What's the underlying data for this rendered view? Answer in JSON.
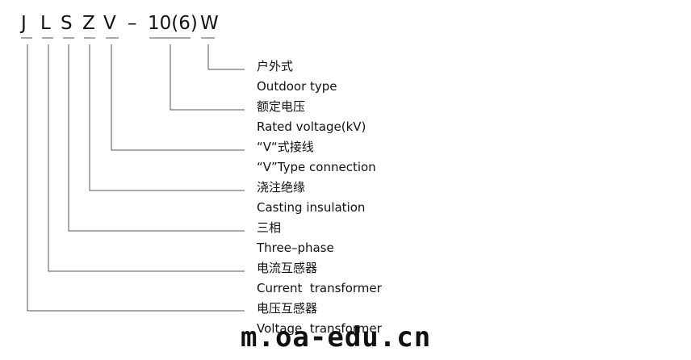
{
  "model_code": {
    "letters": [
      "J",
      "L",
      "S",
      "Z",
      "V",
      "–",
      "10(6)",
      "W"
    ]
  },
  "legend": [
    {
      "cn": "户外式",
      "en": "Outdoor type"
    },
    {
      "cn": "额定电压",
      "en": "Rated voltage(kV)"
    },
    {
      "cn": "“V“式接线",
      "en": "“V”Type connection"
    },
    {
      "cn": "浇注绝缘",
      "en": "Casting insulation"
    },
    {
      "cn": "三相",
      "en": "Three–phase"
    },
    {
      "cn": "电流互感器",
      "en": "Current  transformer"
    },
    {
      "cn": "电压互感器",
      "en": "Voltage  transformer"
    }
  ],
  "watermark": "m.oa-edu.cn"
}
